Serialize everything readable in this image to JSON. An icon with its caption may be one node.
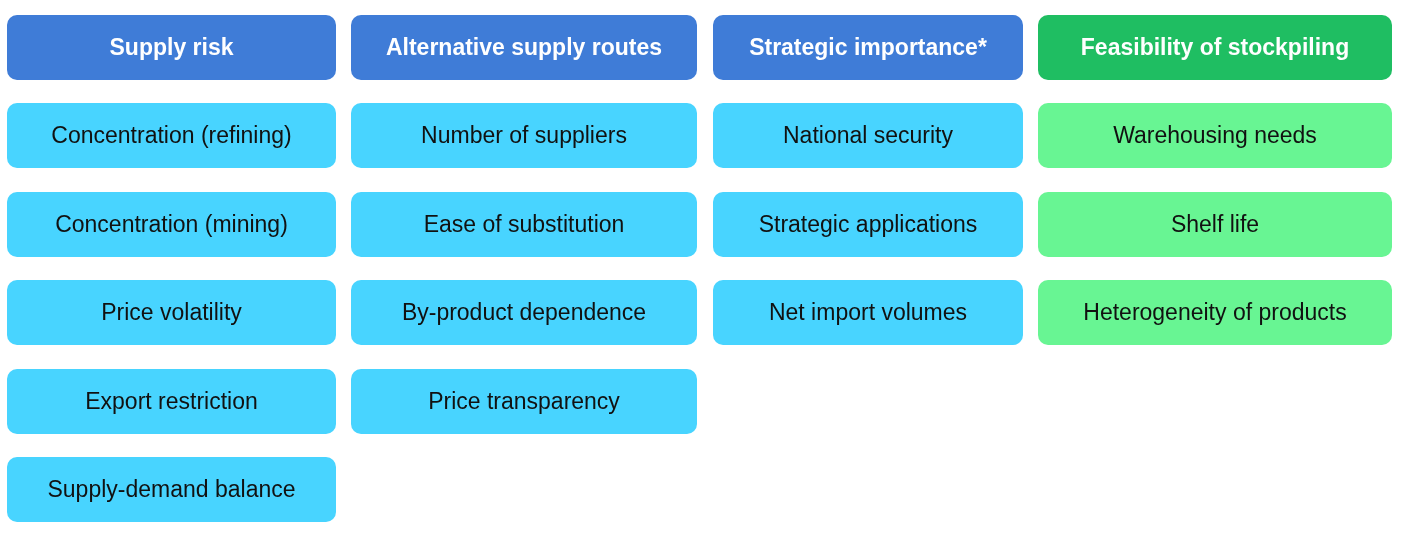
{
  "diagram": {
    "nodes": [
      {
        "text": [
          "Supply risk"
        ]
      },
      {
        "text": [
          "Concentration (refining)"
        ]
      },
      {
        "text": [
          "Concentration (mining)"
        ]
      },
      {
        "text": [
          "Price volatility"
        ]
      },
      {
        "text": [
          "Export restriction"
        ]
      },
      {
        "text": [
          "Supply-demand balance"
        ]
      },
      {
        "text": [
          "Alternative supply routes"
        ]
      },
      {
        "text": [
          "Number of suppliers"
        ]
      },
      {
        "text": [
          "Ease of substitution"
        ]
      },
      {
        "text": [
          "By-product dependence"
        ]
      },
      {
        "text": [
          "Price transparency"
        ]
      },
      {
        "text": [
          "Strategic importance*"
        ]
      },
      {
        "text": [
          "National security"
        ]
      },
      {
        "text": [
          "Strategic applications"
        ]
      },
      {
        "text": [
          "Net import volumes"
        ]
      },
      {
        "text": [
          "Feasibility of stockpiling"
        ]
      },
      {
        "text": [
          "Warehousing needs"
        ]
      },
      {
        "text": [
          "Shelf life"
        ]
      },
      {
        "text": [
          "Heterogeneity of products"
        ]
      }
    ]
  }
}
